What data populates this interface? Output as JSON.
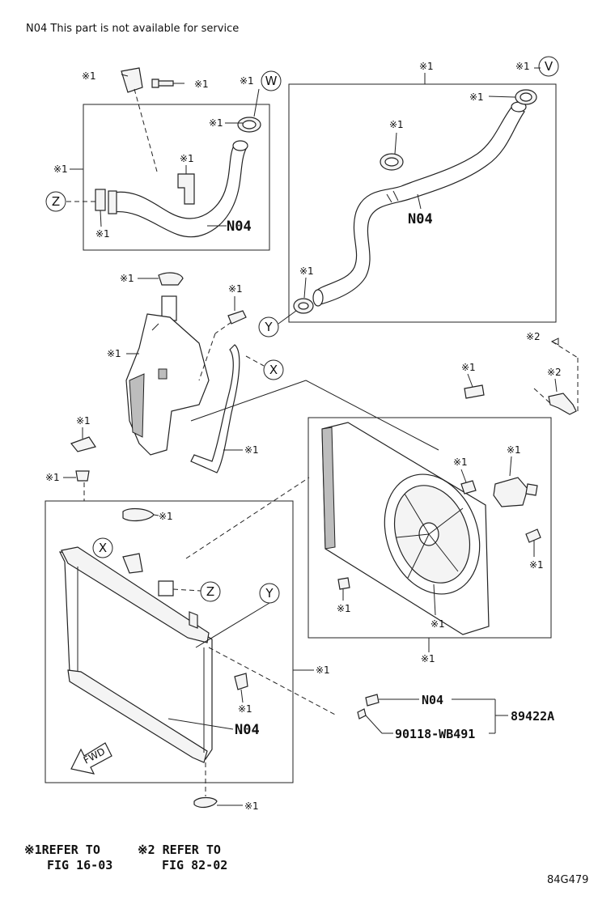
{
  "note": "N04 This part is not available for service",
  "ref_mark_1": "※1",
  "ref_mark_2": "※2",
  "part_labels": {
    "n04": "N04",
    "assembly": "89422A",
    "bolt_part": "90118-WB491"
  },
  "circle_labels": {
    "v": "V",
    "w": "W",
    "x": "X",
    "y": "Y",
    "z": "Z"
  },
  "fwd_label": "FWD",
  "legend": {
    "ref1_line1": "※1REFER TO",
    "ref1_line2": "FIG 16-03",
    "ref2_line1": "※2 REFER TO",
    "ref2_line2": "FIG 82-02"
  },
  "figure_code": "84G479"
}
